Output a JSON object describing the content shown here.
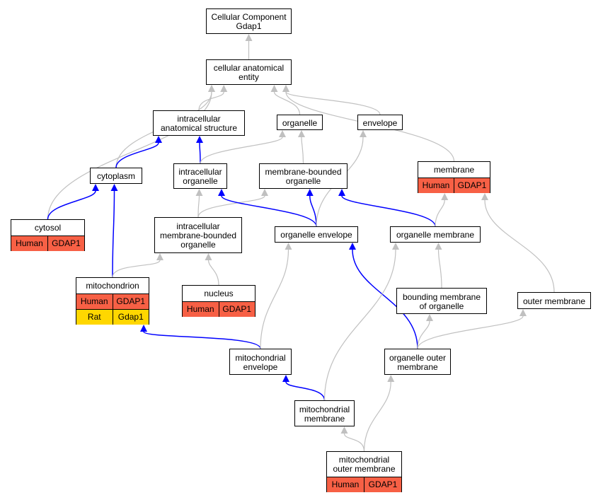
{
  "colors": {
    "is_a_edge": "#c0c0c0",
    "part_of_edge": "#0000ff",
    "human_row": "#f76045",
    "rat_row": "#ffd700"
  },
  "nodes": {
    "root": {
      "label": "Cellular Component\nGdap1"
    },
    "cae": {
      "label": "cellular anatomical\nentity"
    },
    "ias": {
      "label": "intracellular\nanatomical structure"
    },
    "organelle": {
      "label": "organelle"
    },
    "envelope": {
      "label": "envelope"
    },
    "cytoplasm": {
      "label": "cytoplasm"
    },
    "io": {
      "label": "intracellular\norganelle"
    },
    "mbo": {
      "label": "membrane-bounded\norganelle"
    },
    "membrane": {
      "label": "membrane",
      "annotations": [
        {
          "species": "Human",
          "gene": "GDAP1"
        }
      ]
    },
    "cytosol": {
      "label": "cytosol",
      "annotations": [
        {
          "species": "Human",
          "gene": "GDAP1"
        }
      ]
    },
    "imbo": {
      "label": "intracellular\nmembrane-bounded\norganelle"
    },
    "oenv": {
      "label": "organelle envelope"
    },
    "omem": {
      "label": "organelle membrane"
    },
    "mito": {
      "label": "mitochondrion",
      "annotations": [
        {
          "species": "Human",
          "gene": "GDAP1"
        },
        {
          "species": "Rat",
          "gene": "Gdap1"
        }
      ]
    },
    "nucleus": {
      "label": "nucleus",
      "annotations": [
        {
          "species": "Human",
          "gene": "GDAP1"
        }
      ]
    },
    "bmo": {
      "label": "bounding membrane\nof organelle"
    },
    "outer": {
      "label": "outer membrane"
    },
    "menv": {
      "label": "mitochondrial\nenvelope"
    },
    "oom": {
      "label": "organelle outer\nmembrane"
    },
    "mmem": {
      "label": "mitochondrial\nmembrane"
    },
    "mom": {
      "label": "mitochondrial\nouter membrane",
      "annotations": [
        {
          "species": "Human",
          "gene": "GDAP1"
        }
      ]
    }
  },
  "edges": [
    {
      "from": "cae",
      "to": "root",
      "type": "is_a"
    },
    {
      "from": "ias",
      "to": "cae",
      "type": "is_a"
    },
    {
      "from": "organelle",
      "to": "cae",
      "type": "is_a"
    },
    {
      "from": "envelope",
      "to": "cae",
      "type": "is_a"
    },
    {
      "from": "membrane",
      "to": "cae",
      "type": "is_a"
    },
    {
      "from": "cytoplasm",
      "to": "cae",
      "type": "is_a"
    },
    {
      "from": "cytosol",
      "to": "cae",
      "type": "is_a"
    },
    {
      "from": "cytoplasm",
      "to": "ias",
      "type": "part_of"
    },
    {
      "from": "io",
      "to": "ias",
      "type": "part_of"
    },
    {
      "from": "io",
      "to": "organelle",
      "type": "is_a"
    },
    {
      "from": "mbo",
      "to": "organelle",
      "type": "is_a"
    },
    {
      "from": "cytosol",
      "to": "cytoplasm",
      "type": "part_of"
    },
    {
      "from": "mito",
      "to": "cytoplasm",
      "type": "part_of"
    },
    {
      "from": "imbo",
      "to": "io",
      "type": "is_a"
    },
    {
      "from": "imbo",
      "to": "mbo",
      "type": "is_a"
    },
    {
      "from": "oenv",
      "to": "io",
      "type": "part_of"
    },
    {
      "from": "oenv",
      "to": "mbo",
      "type": "part_of"
    },
    {
      "from": "omem",
      "to": "mbo",
      "type": "part_of"
    },
    {
      "from": "oenv",
      "to": "envelope",
      "type": "is_a"
    },
    {
      "from": "omem",
      "to": "membrane",
      "type": "is_a"
    },
    {
      "from": "outer",
      "to": "membrane",
      "type": "is_a"
    },
    {
      "from": "mito",
      "to": "imbo",
      "type": "is_a"
    },
    {
      "from": "nucleus",
      "to": "imbo",
      "type": "is_a"
    },
    {
      "from": "bmo",
      "to": "omem",
      "type": "is_a"
    },
    {
      "from": "menv",
      "to": "mito",
      "type": "part_of"
    },
    {
      "from": "menv",
      "to": "oenv",
      "type": "is_a"
    },
    {
      "from": "oom",
      "to": "oenv",
      "type": "part_of"
    },
    {
      "from": "oom",
      "to": "bmo",
      "type": "is_a"
    },
    {
      "from": "oom",
      "to": "outer",
      "type": "is_a"
    },
    {
      "from": "mmem",
      "to": "menv",
      "type": "part_of"
    },
    {
      "from": "mmem",
      "to": "omem",
      "type": "is_a"
    },
    {
      "from": "mom",
      "to": "mmem",
      "type": "is_a"
    },
    {
      "from": "mom",
      "to": "oom",
      "type": "is_a"
    }
  ]
}
